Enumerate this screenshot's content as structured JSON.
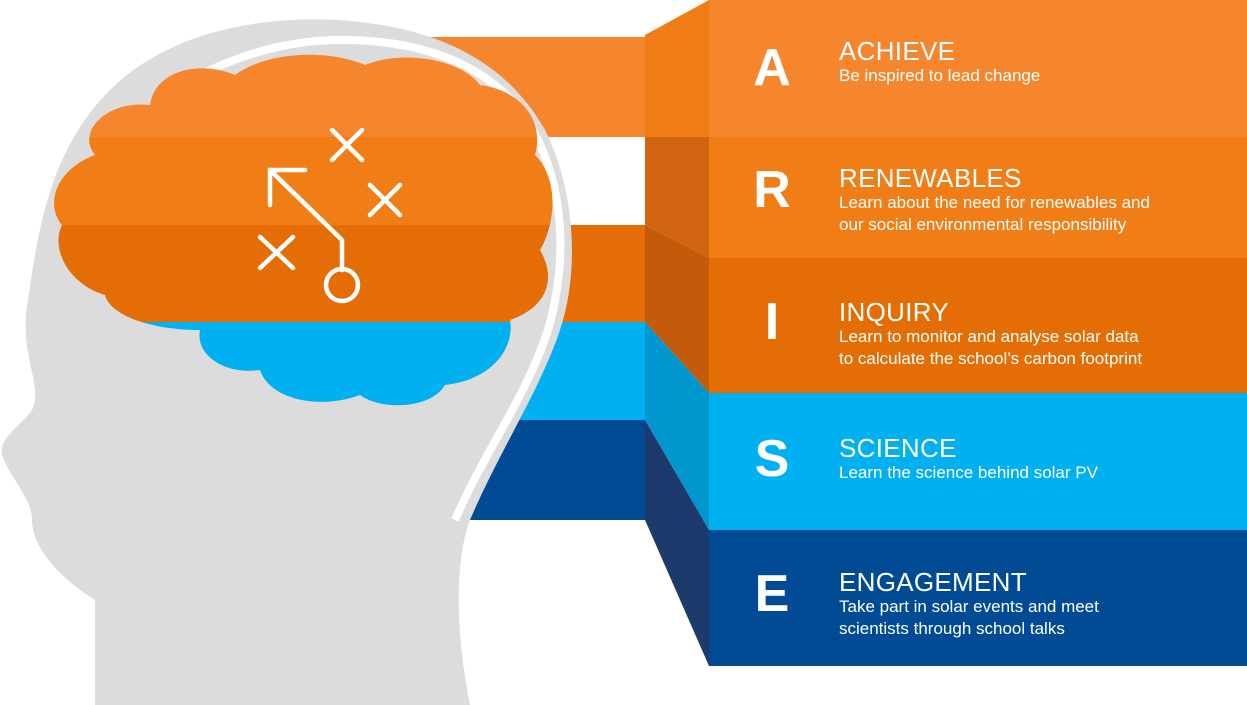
{
  "colors": {
    "head": "#dcdcdc",
    "orange_light": "#f5862e",
    "orange": "#f07d16",
    "orange_dark": "#e46e05",
    "sky_blue": "#00b0f0",
    "navy": "#004b93",
    "white": "#ffffff"
  },
  "icon": "play-strategy-icon",
  "items": [
    {
      "letter": "A",
      "title": "ACHIEVE",
      "description": "Be inspired to lead change"
    },
    {
      "letter": "R",
      "title": "RENEWABLES",
      "description": "Learn about the need for renewables and\nour social environmental  responsibility"
    },
    {
      "letter": "I",
      "title": "INQUIRY",
      "description": "Learn to monitor and analyse solar data\nto calculate the school’s carbon footprint"
    },
    {
      "letter": "S",
      "title": "SCIENCE",
      "description": "Learn the science behind solar PV"
    },
    {
      "letter": "E",
      "title": "ENGAGEMENT",
      "description": "Take part in solar events and meet\nscientists through school talks"
    }
  ]
}
